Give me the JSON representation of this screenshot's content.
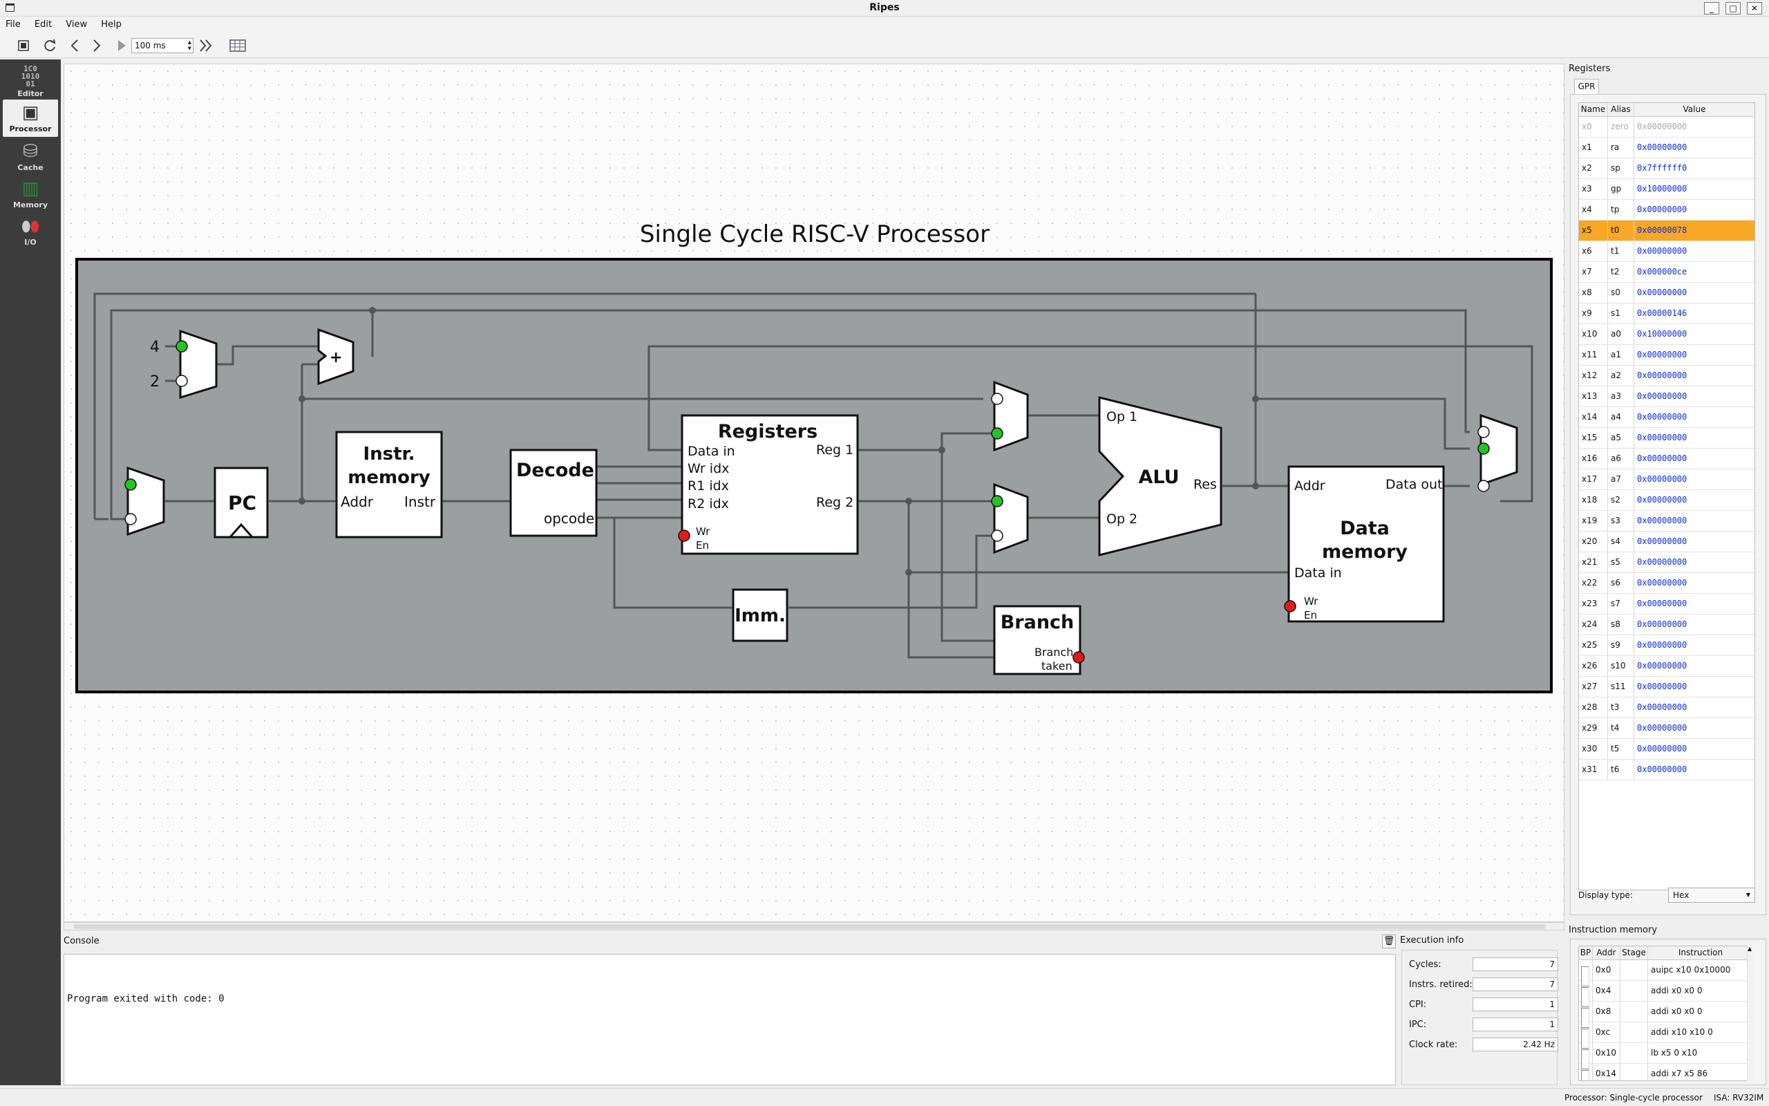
{
  "window": {
    "title": "Ripes"
  },
  "menu": [
    "File",
    "Edit",
    "View",
    "Help"
  ],
  "toolbar": {
    "speed": "100 ms"
  },
  "modes": [
    {
      "label": "Editor",
      "icon": "binary-icon",
      "glyph": "1010"
    },
    {
      "label": "Processor",
      "icon": "chip-icon",
      "glyph": "▣"
    },
    {
      "label": "Cache",
      "icon": "database-icon",
      "glyph": "⛁"
    },
    {
      "label": "Memory",
      "icon": "memory-icon",
      "glyph": "▥"
    },
    {
      "label": "I/O",
      "icon": "led-icon",
      "glyph": "⬮⬮"
    }
  ],
  "diagram": {
    "title": "Single Cycle RISC-V Processor",
    "const4": "4",
    "const2": "2",
    "adder": "+",
    "pc": "PC",
    "imem": {
      "title1": "Instr.",
      "title2": "memory",
      "addr": "Addr",
      "instr": "Instr"
    },
    "decode": {
      "title": "Decode",
      "opcode": "opcode"
    },
    "registers": {
      "title": "Registers",
      "data_in": "Data in",
      "wr_idx": "Wr idx",
      "r1_idx": "R1 idx",
      "r2_idx": "R2 idx",
      "reg1": "Reg 1",
      "reg2": "Reg 2",
      "wr": "Wr",
      "en": "En"
    },
    "imm": "Imm.",
    "alu": {
      "title": "ALU",
      "op1": "Op 1",
      "op2": "Op 2",
      "res": "Res"
    },
    "branch": {
      "title": "Branch",
      "taken1": "Branch",
      "taken2": "taken"
    },
    "dmem": {
      "title1": "Data",
      "title2": "memory",
      "addr": "Addr",
      "data_out": "Data out",
      "data_in": "Data in",
      "wr": "Wr",
      "en": "En"
    }
  },
  "console": {
    "title": "Console",
    "text": "Program exited with code: 0"
  },
  "exec_info": {
    "title": "Execution info",
    "rows": [
      {
        "label": "Cycles:",
        "value": "7"
      },
      {
        "label": "Instrs. retired:",
        "value": "7"
      },
      {
        "label": "CPI:",
        "value": "1"
      },
      {
        "label": "IPC:",
        "value": "1"
      },
      {
        "label": "Clock rate:",
        "value": "2.42 Hz"
      }
    ]
  },
  "registers": {
    "title": "Registers",
    "tab": "GPR",
    "columns": [
      "Name",
      "Alias",
      "Value"
    ],
    "rows": [
      {
        "name": "x0",
        "alias": "zero",
        "value": "0x00000000"
      },
      {
        "name": "x1",
        "alias": "ra",
        "value": "0x00000000"
      },
      {
        "name": "x2",
        "alias": "sp",
        "value": "0x7ffffff0"
      },
      {
        "name": "x3",
        "alias": "gp",
        "value": "0x10000000"
      },
      {
        "name": "x4",
        "alias": "tp",
        "value": "0x00000000"
      },
      {
        "name": "x5",
        "alias": "t0",
        "value": "0x00000078"
      },
      {
        "name": "x6",
        "alias": "t1",
        "value": "0x00000000"
      },
      {
        "name": "x7",
        "alias": "t2",
        "value": "0x000000ce"
      },
      {
        "name": "x8",
        "alias": "s0",
        "value": "0x00000000"
      },
      {
        "name": "x9",
        "alias": "s1",
        "value": "0x00000146"
      },
      {
        "name": "x10",
        "alias": "a0",
        "value": "0x10000000"
      },
      {
        "name": "x11",
        "alias": "a1",
        "value": "0x00000000"
      },
      {
        "name": "x12",
        "alias": "a2",
        "value": "0x00000000"
      },
      {
        "name": "x13",
        "alias": "a3",
        "value": "0x00000000"
      },
      {
        "name": "x14",
        "alias": "a4",
        "value": "0x00000000"
      },
      {
        "name": "x15",
        "alias": "a5",
        "value": "0x00000000"
      },
      {
        "name": "x16",
        "alias": "a6",
        "value": "0x00000000"
      },
      {
        "name": "x17",
        "alias": "a7",
        "value": "0x00000000"
      },
      {
        "name": "x18",
        "alias": "s2",
        "value": "0x00000000"
      },
      {
        "name": "x19",
        "alias": "s3",
        "value": "0x00000000"
      },
      {
        "name": "x20",
        "alias": "s4",
        "value": "0x00000000"
      },
      {
        "name": "x21",
        "alias": "s5",
        "value": "0x00000000"
      },
      {
        "name": "x22",
        "alias": "s6",
        "value": "0x00000000"
      },
      {
        "name": "x23",
        "alias": "s7",
        "value": "0x00000000"
      },
      {
        "name": "x24",
        "alias": "s8",
        "value": "0x00000000"
      },
      {
        "name": "x25",
        "alias": "s9",
        "value": "0x00000000"
      },
      {
        "name": "x26",
        "alias": "s10",
        "value": "0x00000000"
      },
      {
        "name": "x27",
        "alias": "s11",
        "value": "0x00000000"
      },
      {
        "name": "x28",
        "alias": "t3",
        "value": "0x00000000"
      },
      {
        "name": "x29",
        "alias": "t4",
        "value": "0x00000000"
      },
      {
        "name": "x30",
        "alias": "t5",
        "value": "0x00000000"
      },
      {
        "name": "x31",
        "alias": "t6",
        "value": "0x00000000"
      }
    ],
    "display_type_label": "Display type:",
    "display_type": "Hex"
  },
  "instruction_memory": {
    "title": "Instruction memory",
    "columns": [
      "BP",
      "Addr",
      "Stage",
      "Instruction"
    ],
    "rows": [
      {
        "addr": "0x0",
        "stage": "",
        "instr": "auipc x10 0x10000"
      },
      {
        "addr": "0x4",
        "stage": "",
        "instr": "addi x0 x0 0"
      },
      {
        "addr": "0x8",
        "stage": "",
        "instr": "addi x0 x0 0"
      },
      {
        "addr": "0xc",
        "stage": "",
        "instr": "addi x10 x10 0"
      },
      {
        "addr": "0x10",
        "stage": "",
        "instr": "lb x5 0 x10"
      },
      {
        "addr": "0x14",
        "stage": "",
        "instr": "addi x7 x5 86"
      }
    ]
  },
  "status": {
    "processor": "Processor: Single-cycle processor",
    "isa": "ISA: RV32IM"
  },
  "colors": {
    "highlight": "#f9a825",
    "value_blue": "#0a2bd9",
    "port_green": "#22c522",
    "port_red": "#e01b1b",
    "datapath_bg": "#9c9fa0"
  }
}
